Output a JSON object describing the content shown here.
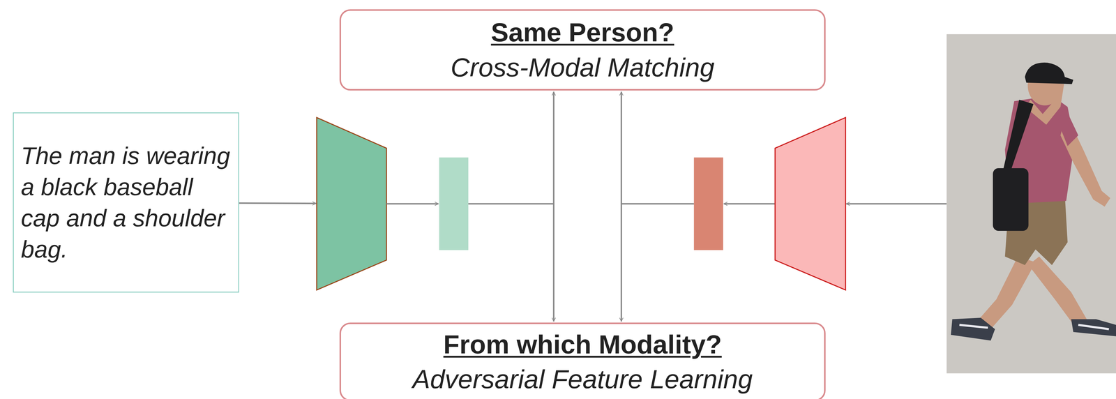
{
  "diagram": {
    "nodes": [
      {
        "text": [
          "Same Person?",
          "Cross-Modal Matching"
        ]
      },
      {
        "text": [
          "The man is wearing a black baseball cap and a shoulder bag."
        ]
      },
      {
        "text": [
          "From which Modality?",
          "Adversarial Feature Learning"
        ]
      }
    ]
  }
}
